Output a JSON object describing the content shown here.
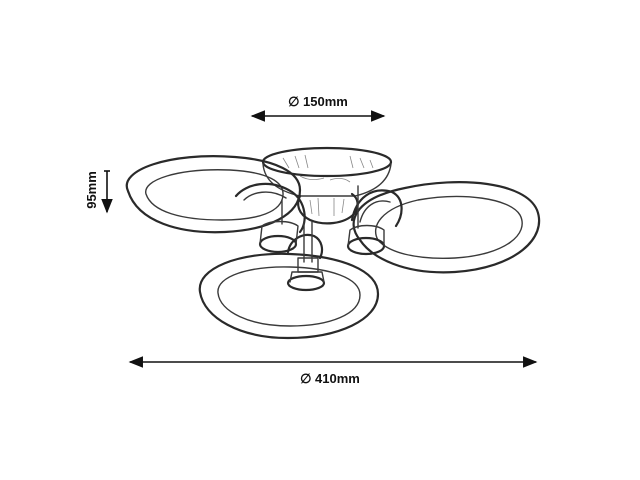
{
  "dimensions": {
    "top_diameter": "∅ 150mm",
    "height": "95mm",
    "overall_diameter": "∅ 410mm"
  },
  "colors": {
    "line": "#2a2a2a",
    "background": "#ffffff",
    "text": "#111111"
  }
}
